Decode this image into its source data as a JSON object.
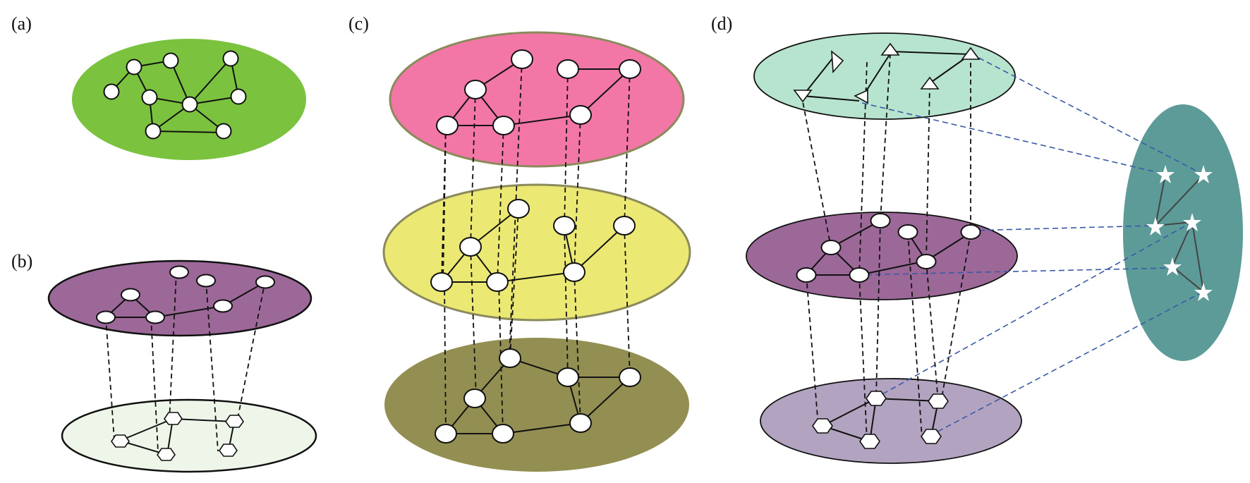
{
  "panels": {
    "a": {
      "label": "(a)"
    },
    "b": {
      "label": "(b)"
    },
    "c": {
      "label": "(c)"
    },
    "d": {
      "label": "(d)"
    }
  },
  "colors": {
    "green_layer": "#7bc23f",
    "purple_layer": "#9b6897",
    "pale_layer": "#eef6ea",
    "pink_layer": "#f277a6",
    "yellow_layer": "#ece874",
    "olive_layer": "#938f52",
    "mint_layer": "#b6e4cf",
    "lavender_layer": "#b2a3c0",
    "teal_layer": "#5c9b98",
    "dashed_blue": "#3a5aa8"
  },
  "icons": [
    "circle-node",
    "triangle-node",
    "hexagon-node",
    "star-node"
  ]
}
